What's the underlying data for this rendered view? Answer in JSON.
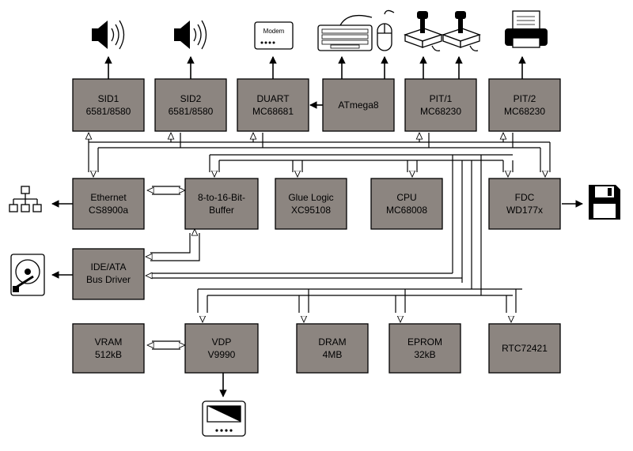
{
  "blocks": {
    "sid1": {
      "line1": "SID1",
      "line2": "6581/8580"
    },
    "sid2": {
      "line1": "SID2",
      "line2": "6581/8580"
    },
    "duart": {
      "line1": "DUART",
      "line2": "MC68681"
    },
    "atmega": {
      "line1": "ATmega8",
      "line2": ""
    },
    "pit1": {
      "line1": "PIT/1",
      "line2": "MC68230"
    },
    "pit2": {
      "line1": "PIT/2",
      "line2": "MC68230"
    },
    "ethernet": {
      "line1": "Ethernet",
      "line2": "CS8900a"
    },
    "buffer": {
      "line1": "8-to-16-Bit-",
      "line2": "Buffer"
    },
    "gluelogic": {
      "line1": "Glue Logic",
      "line2": "XC95108"
    },
    "cpu": {
      "line1": "CPU",
      "line2": "MC68008"
    },
    "fdc": {
      "line1": "FDC",
      "line2": "WD177x"
    },
    "ide": {
      "line1": "IDE/ATA",
      "line2": "Bus Driver"
    },
    "vram": {
      "line1": "VRAM",
      "line2": "512kB"
    },
    "vdp": {
      "line1": "VDP",
      "line2": "V9990"
    },
    "dram": {
      "line1": "DRAM",
      "line2": "4MB"
    },
    "eprom": {
      "line1": "EPROM",
      "line2": "32kB"
    },
    "rtc": {
      "line1": "RTC72421",
      "line2": ""
    }
  },
  "devices": {
    "modem_label": "Modem"
  },
  "icons": [
    "speaker-icon",
    "speaker-icon",
    "modem-icon",
    "keyboard-icon",
    "mouse-icon",
    "joystick-icon",
    "joystick-icon",
    "printer-icon",
    "network-icon",
    "floppy-disk-icon",
    "hard-disk-icon",
    "monitor-icon"
  ],
  "colors": {
    "block_fill": "#8c8580",
    "line": "#000000",
    "background": "#ffffff"
  }
}
